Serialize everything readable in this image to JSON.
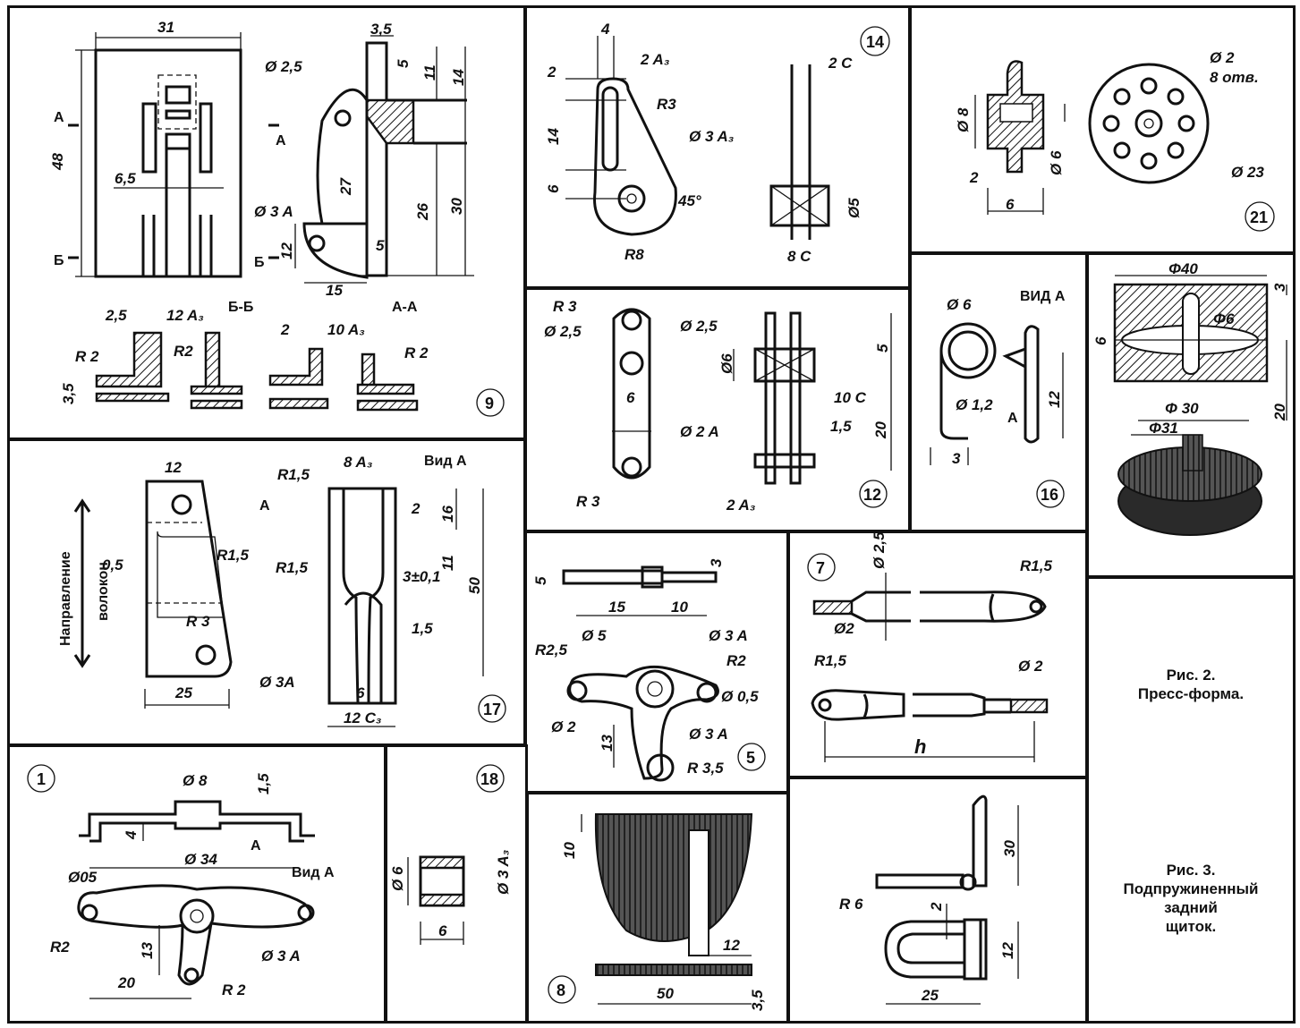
{
  "figures": {
    "fig9": {
      "number": "9",
      "dims": [
        "31",
        "48",
        "6,5",
        "3,5",
        "5",
        "11",
        "14",
        "Ø 2,5",
        "27",
        "26",
        "30",
        "Ø 3 A",
        "12",
        "5",
        "15",
        "2,5",
        "12 A₃",
        "R 2",
        "R2",
        "3,5",
        "2",
        "10 A₃",
        "R 2"
      ],
      "section_labels": [
        "Б-Б",
        "А-А",
        "А",
        "Б",
        "А",
        "Б"
      ]
    },
    "fig14": {
      "number": "14",
      "dims": [
        "4",
        "2",
        "2 A₃",
        "R3",
        "14",
        "Ø 3 A₃",
        "6",
        "45°",
        "R8",
        "2 C",
        "Ø5",
        "8 C"
      ]
    },
    "fig21": {
      "number": "21",
      "dims": [
        "Ø 8",
        "Ø 6",
        "2",
        "6",
        "Ø 2",
        "8 отв.",
        "Ø 23"
      ]
    },
    "fig12": {
      "number": "12",
      "dims": [
        "R 3",
        "Ø 2,5",
        "Ø 2,5",
        "6",
        "Ø 2 A",
        "R 3",
        "Ø6",
        "5",
        "10 C",
        "1,5",
        "20",
        "2 A₃"
      ]
    },
    "fig16": {
      "number": "16",
      "dims": [
        "Ø 6",
        "Ø 1,2",
        "3",
        "12",
        "А"
      ],
      "view_label": "ВИД А"
    },
    "press": {
      "dims": [
        "Φ40",
        "3",
        "Φ6",
        "6",
        "Φ 30",
        "20",
        "Φ31"
      ]
    },
    "fig17": {
      "number": "17",
      "dims": [
        "12",
        "0,5",
        "R1,5",
        "R 3",
        "Ø 3A",
        "25",
        "R1,5",
        "8 A₃",
        "2",
        "16",
        "R1,5",
        "11",
        "3±0,1",
        "50",
        "1,5",
        "6",
        "12 C₃",
        "А"
      ],
      "vertical_text": [
        "Направление",
        "волокон"
      ],
      "view_label": "Вид А"
    },
    "fig5": {
      "number": "5",
      "dims": [
        "5",
        "3",
        "15",
        "10",
        "Ø 5",
        "Ø 3 A",
        "R2,5",
        "R2",
        "Ø 0,5",
        "Ø 2",
        "13",
        "Ø 3 A",
        "R 3,5"
      ]
    },
    "fig7": {
      "number": "7",
      "dims": [
        "Ø 2,5",
        "R1,5",
        "Ø2",
        "R1,5",
        "Ø 2",
        "h"
      ]
    },
    "fig1": {
      "number": "1",
      "dims": [
        "Ø 8",
        "1,5",
        "4",
        "А",
        "Ø 34",
        "Ø05",
        "R2",
        "13",
        "Ø 3 A",
        "20",
        "R 2"
      ],
      "view_label": "Вид А"
    },
    "fig18": {
      "number": "18",
      "dims": [
        "Ø 3 A₃",
        "Ø 6",
        "6"
      ]
    },
    "fig8": {
      "number": "8",
      "dims": [
        "10",
        "12",
        "50",
        "3,5"
      ]
    },
    "fig3part": {
      "dims": [
        "30",
        "2",
        "R 6",
        "12",
        "25"
      ]
    }
  },
  "captions": {
    "fig2": [
      "Рис. 2.",
      "Пресс-форма."
    ],
    "fig3": [
      "Рис. 3.",
      "Подпружиненный",
      "задний",
      "щиток."
    ]
  }
}
